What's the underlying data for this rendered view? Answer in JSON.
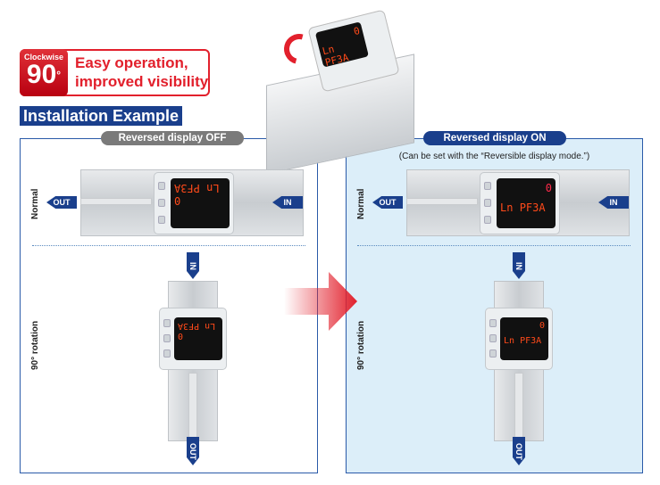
{
  "badge": {
    "top_label": "Clockwise",
    "angle": "90",
    "degree": "°",
    "headline_line1": "Easy operation,",
    "headline_line2": "improved visibility"
  },
  "section_title": "Installation Example",
  "left_panel": {
    "title": "Reversed display OFF"
  },
  "right_panel": {
    "title": "Reversed display ON",
    "note": "(Can be set with the “Reversible display mode.”)"
  },
  "row_labels": {
    "normal": "Normal",
    "rotation": "90° rotation"
  },
  "flow": {
    "in": "IN",
    "out": "OUT"
  },
  "display": {
    "line1": "0",
    "line2_left": "Ln",
    "line2_right": "PF3A"
  },
  "colors": {
    "accent_red": "#e2202c",
    "navy": "#1a3f8c",
    "panel_bg": "#dceef9",
    "pill_gray": "#7a7a7a"
  }
}
